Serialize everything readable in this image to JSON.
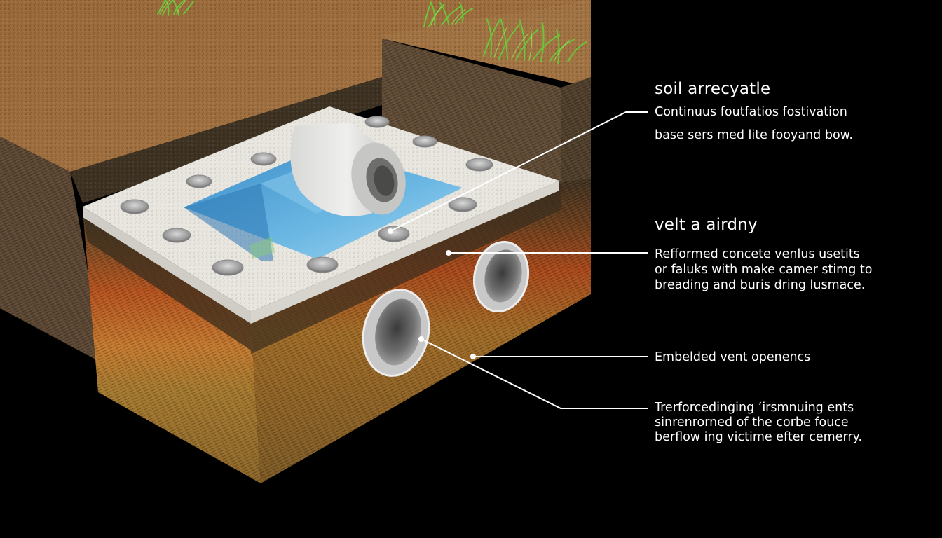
{
  "diagram": {
    "subject": "Foundation cross-section cutaway with vent openings",
    "colors": {
      "background": "#000000",
      "soil_top": "#9a6a3a",
      "soil_side": "#5a4632",
      "slab": "#e8e6df",
      "basin_water": "#5aa8d8",
      "layer_dark": "#4a3a26",
      "layer_red": "#b4521e",
      "layer_gold": "#a4782e",
      "grass": "#6cc43a",
      "vent_metal": "#b8b8b8",
      "callout_line": "#ffffff"
    },
    "elements": [
      "soil-surface",
      "raised-soil-block",
      "grass-tufts",
      "concrete-slab-cap",
      "anchor-bolt-holes",
      "water-basin",
      "pipe-cylinder",
      "stratified-foundation-block",
      "vent-opening-left",
      "vent-opening-right"
    ]
  },
  "callouts": [
    {
      "heading": "soil arrecyatle",
      "lines": [
        "Continuus foutfatios fostivation",
        "base sers med lite fooyand bow."
      ]
    },
    {
      "heading": "velt a airdny",
      "lines": [
        "Refformed concete venlus usetits",
        "or faluks with make camer stimg to",
        "breading and buris dring lusmace."
      ]
    },
    {
      "heading": "",
      "lines": [
        "Embelded vent openencs"
      ]
    },
    {
      "heading": "",
      "lines": [
        "Trerforcedinging ʼirsmnuing ents",
        "sinrenrorned of the corbe fouce",
        "berflow ing victime efter cemerry."
      ]
    }
  ]
}
